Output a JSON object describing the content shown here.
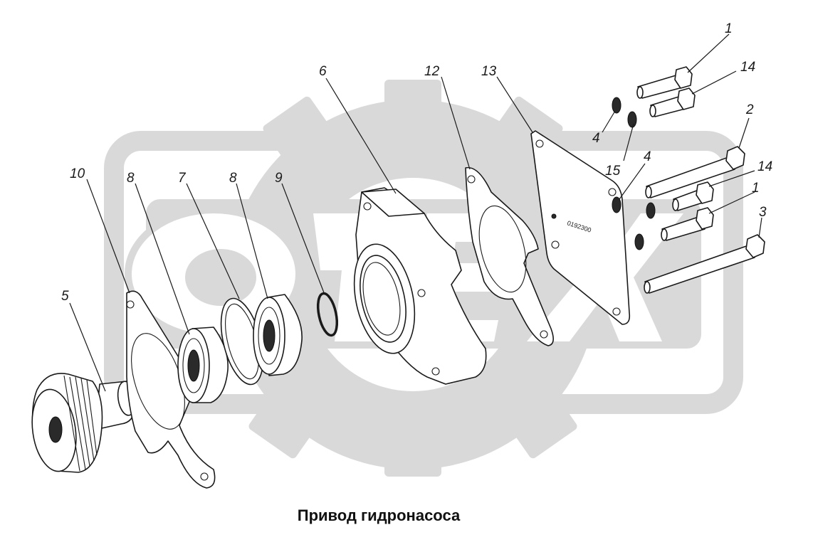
{
  "caption": "Привод гидронасоса",
  "callouts": [
    "1",
    "14",
    "4",
    "15",
    "2",
    "14",
    "4",
    "1",
    "3",
    "6",
    "12",
    "13",
    "10",
    "8",
    "7",
    "8",
    "9",
    "5"
  ],
  "plate_marking": "0192300",
  "colors": {
    "ink": "#1a1a1a",
    "watermark": "#d9d9d9",
    "background": "#ffffff"
  }
}
